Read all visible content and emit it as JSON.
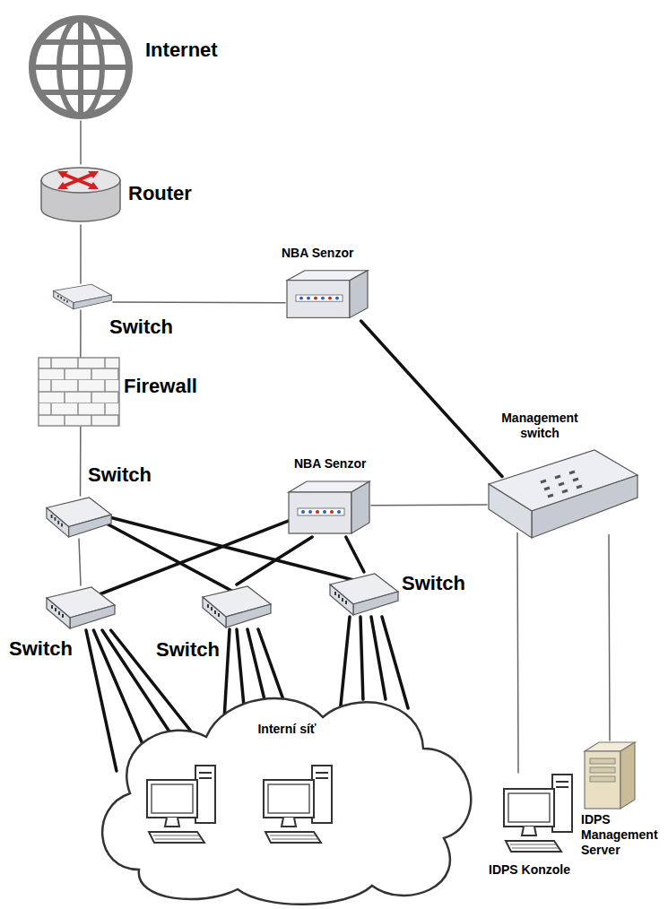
{
  "diagram": {
    "nodes": [
      {
        "text": [
          "Internet"
        ]
      },
      {
        "text": [
          "Router"
        ]
      },
      {
        "text": [
          "Switch"
        ]
      },
      {
        "text": [
          "NBA Senzor"
        ]
      },
      {
        "text": [
          "Firewall"
        ]
      },
      {
        "text": [
          "Management switch"
        ]
      },
      {
        "text": [
          "Switch"
        ]
      },
      {
        "text": [
          "NBA Senzor"
        ]
      },
      {
        "text": [
          "Switch"
        ]
      },
      {
        "text": [
          "Switch"
        ]
      },
      {
        "text": [
          "Switch"
        ]
      },
      {
        "text": [
          "Interní síť"
        ]
      },
      {
        "text": [
          "IDPS Konzole"
        ]
      },
      {
        "text": [
          "IDPS Management Server"
        ]
      }
    ],
    "edges": [
      {
        "from": 0,
        "to": 1,
        "arrow": "none"
      },
      {
        "from": 1,
        "to": 2,
        "arrow": "none"
      },
      {
        "from": 2,
        "to": 3,
        "arrow": "none"
      },
      {
        "from": 2,
        "to": 4,
        "arrow": "none"
      },
      {
        "from": 3,
        "to": 5,
        "arrow": "none"
      },
      {
        "from": 4,
        "to": 6,
        "arrow": "none"
      },
      {
        "from": 6,
        "to": 8,
        "arrow": "none"
      },
      {
        "from": 6,
        "to": 9,
        "arrow": "none"
      },
      {
        "from": 6,
        "to": 10,
        "arrow": "none"
      },
      {
        "from": 7,
        "to": 8,
        "arrow": "none"
      },
      {
        "from": 7,
        "to": 9,
        "arrow": "none"
      },
      {
        "from": 7,
        "to": 10,
        "arrow": "none"
      },
      {
        "from": 7,
        "to": 5,
        "arrow": "none"
      },
      {
        "from": 8,
        "to": 11,
        "arrow": "none"
      },
      {
        "from": 8,
        "to": 11,
        "arrow": "none"
      },
      {
        "from": 8,
        "to": 11,
        "arrow": "none"
      },
      {
        "from": 8,
        "to": 11,
        "arrow": "none"
      },
      {
        "from": 9,
        "to": 11,
        "arrow": "none"
      },
      {
        "from": 9,
        "to": 11,
        "arrow": "none"
      },
      {
        "from": 9,
        "to": 11,
        "arrow": "none"
      },
      {
        "from": 9,
        "to": 11,
        "arrow": "none"
      },
      {
        "from": 10,
        "to": 11,
        "arrow": "none"
      },
      {
        "from": 10,
        "to": 11,
        "arrow": "none"
      },
      {
        "from": 10,
        "to": 11,
        "arrow": "none"
      },
      {
        "from": 10,
        "to": 11,
        "arrow": "none"
      },
      {
        "from": 5,
        "to": 12,
        "arrow": "none"
      },
      {
        "from": 5,
        "to": 13,
        "arrow": "none"
      }
    ]
  }
}
